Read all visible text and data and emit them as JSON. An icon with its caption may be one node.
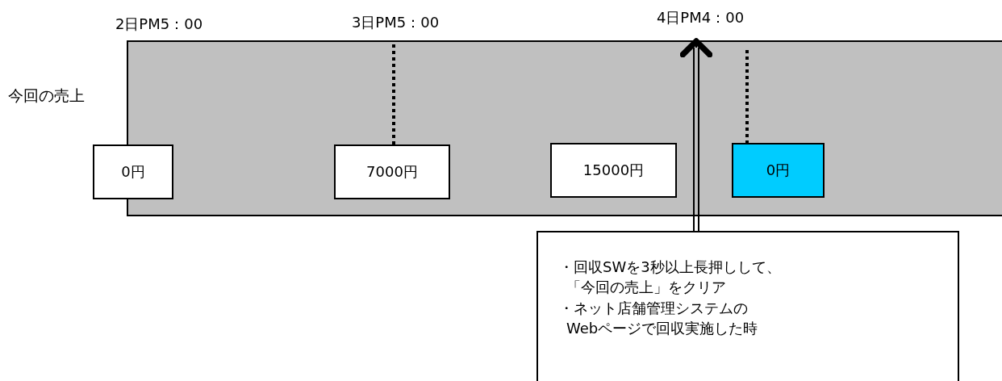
{
  "diagram": {
    "nodes": [
      {
        "text": [
          "今回の売上"
        ]
      },
      {
        "text": [
          "0円"
        ]
      },
      {
        "text": [
          "7000円"
        ],
        "in": 0
      },
      {
        "text": [
          "15000円"
        ],
        "in": 0
      },
      {
        "text": [
          "0円"
        ],
        "in": 0
      },
      {
        "text": [
          "・回収SWを3秒以上長押しして、「今回の売上」をクリア",
          "・ネット店舗管理システムのWebページで回収実施した時"
        ]
      }
    ],
    "edges": [
      {
        "from": 5,
        "to": 0,
        "arrow": "to"
      }
    ],
    "labels": [
      "2日PM5：00",
      "3日PM5：00",
      "4日PM4：00"
    ]
  }
}
